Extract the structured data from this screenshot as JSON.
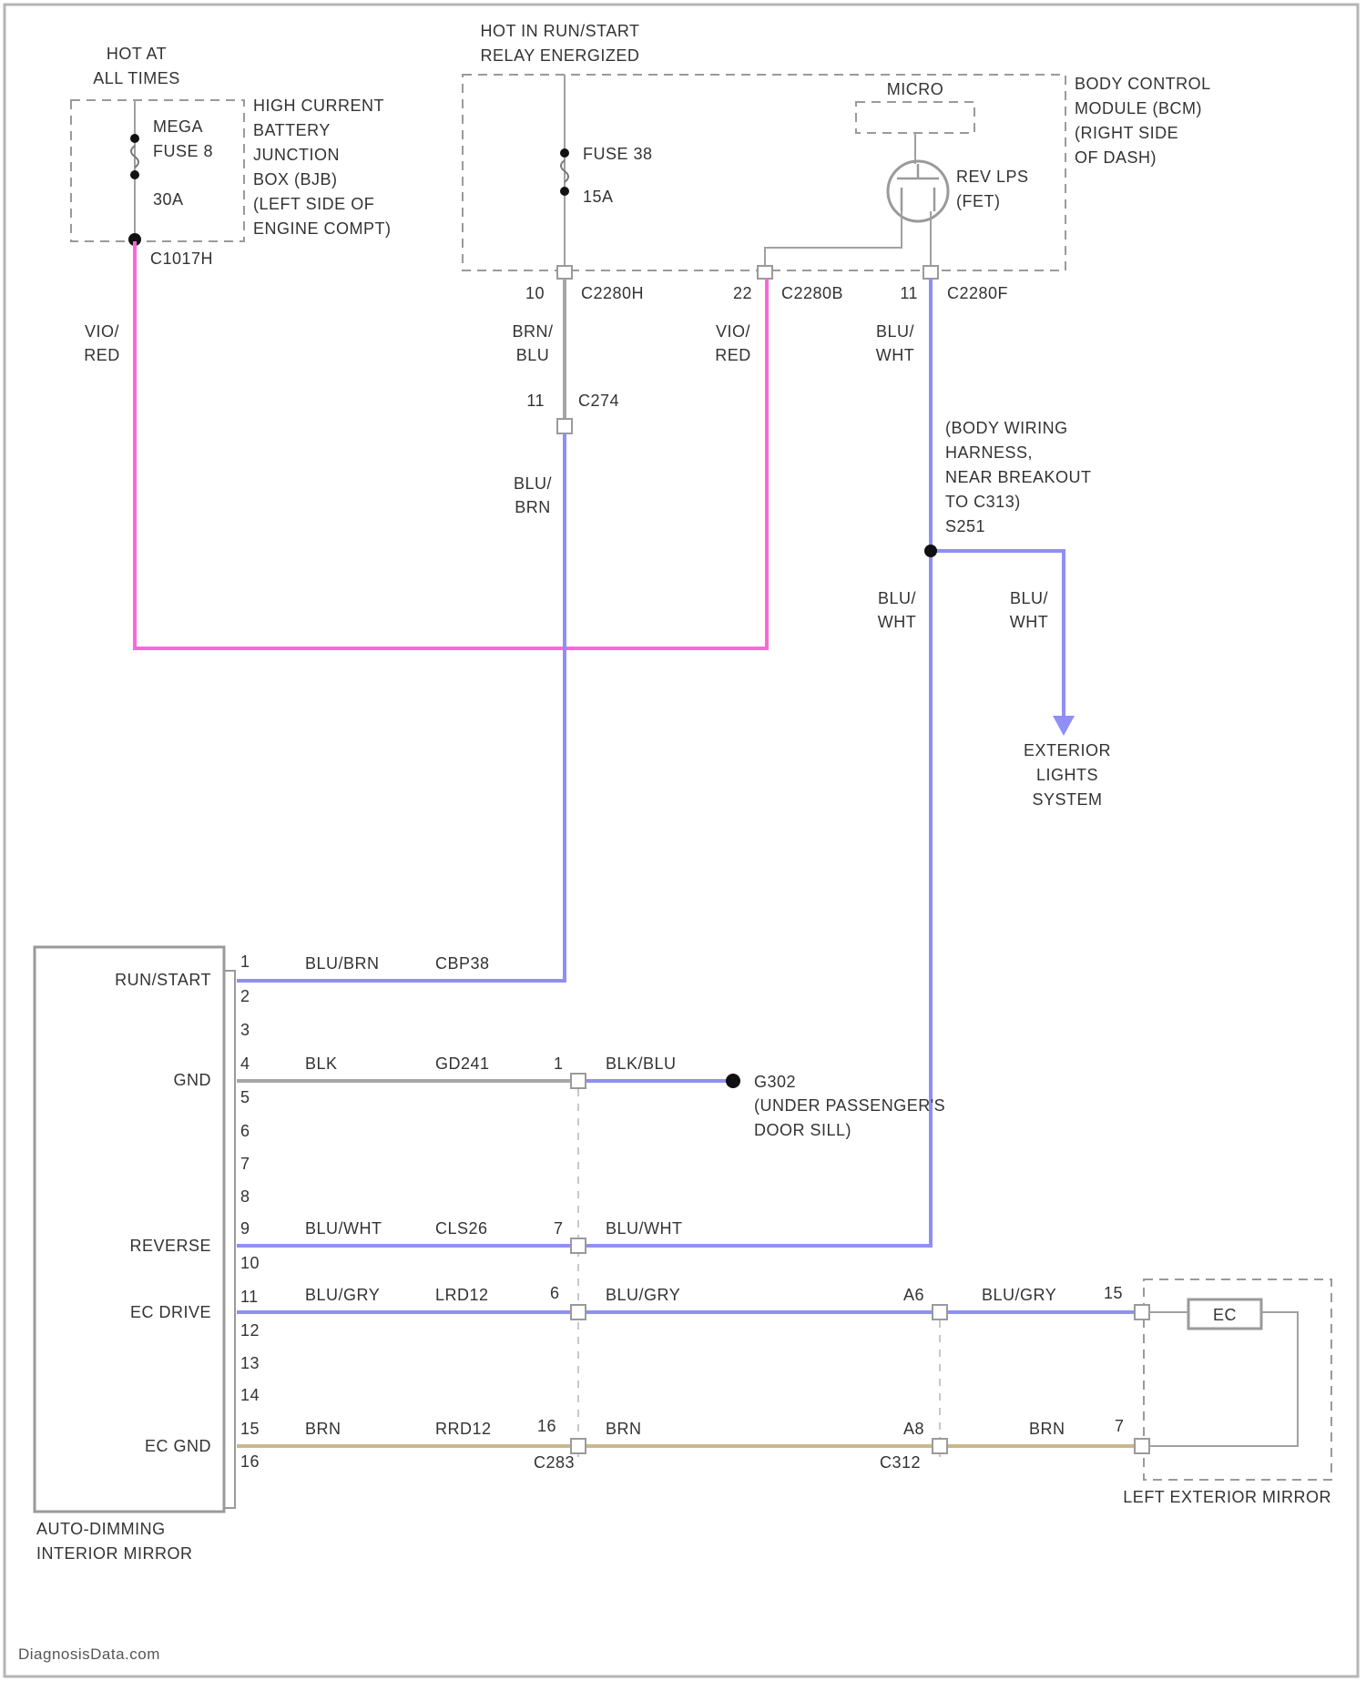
{
  "colors": {
    "vio_red": "#ff66d9",
    "blu_wire": "#8f8ff5",
    "gray_wire": "#a6a6a6",
    "brn_wire": "#c9b88d",
    "frame": "#b5b5b5"
  },
  "labels": {
    "hot_at_all_times": [
      "HOT AT",
      "ALL TIMES"
    ],
    "hot_in_run": [
      "HOT IN RUN/START",
      "RELAY ENERGIZED"
    ],
    "mega_fuse": [
      "MEGA",
      "FUSE 8",
      "30A"
    ],
    "bjb": [
      "HIGH CURRENT",
      "BATTERY",
      "JUNCTION",
      "BOX (BJB)",
      "(LEFT SIDE OF",
      "ENGINE COMPT)"
    ],
    "c1017h": "C1017H",
    "fuse38": [
      "FUSE 38",
      "15A"
    ],
    "micro": "MICRO",
    "rev_lps": [
      "REV LPS",
      "(FET)"
    ],
    "bcm": [
      "BODY CONTROL",
      "MODULE (BCM)",
      "(RIGHT SIDE",
      "OF DASH)"
    ],
    "c2280h": {
      "pin": "10",
      "name": "C2280H"
    },
    "c2280b": {
      "pin": "22",
      "name": "C2280B"
    },
    "c2280f": {
      "pin": "11",
      "name": "C2280F"
    },
    "vio_red_left": [
      "VIO/",
      "RED"
    ],
    "brn_blu": [
      "BRN/",
      "BLU"
    ],
    "vio_red_mid": [
      "VIO/",
      "RED"
    ],
    "blu_wht_top": [
      "BLU/",
      "WHT"
    ],
    "c274": {
      "pin": "11",
      "name": "C274"
    },
    "blu_brn": [
      "BLU/",
      "BRN"
    ],
    "body_harness": [
      "(BODY WIRING",
      "HARNESS,",
      "NEAR BREAKOUT",
      "TO C313)",
      "S251"
    ],
    "blu_wht_mid": [
      "BLU/",
      "WHT"
    ],
    "blu_wht_branch": [
      "BLU/",
      "WHT"
    ],
    "exterior_lights": [
      "EXTERIOR",
      "LIGHTS",
      "SYSTEM"
    ],
    "aim_label": [
      "AUTO-DIMMING",
      "INTERIOR MIRROR"
    ],
    "pin_names": {
      "runstart": "RUN/START",
      "gnd": "GND",
      "reverse": "REVERSE",
      "ec_drive": "EC DRIVE",
      "ec_gnd": "EC GND"
    },
    "pins": [
      "1",
      "2",
      "3",
      "4",
      "5",
      "6",
      "7",
      "8",
      "9",
      "10",
      "11",
      "12",
      "13",
      "14",
      "15",
      "16"
    ],
    "row_runstart": {
      "color": "BLU/BRN",
      "circuit": "CBP38"
    },
    "row_gnd": {
      "color": "BLK",
      "circuit": "GD241",
      "pin": "1",
      "color2": "BLK/BLU",
      "ground": [
        "G302",
        "(UNDER PASSENGER'S",
        "DOOR SILL)"
      ]
    },
    "row_reverse": {
      "color": "BLU/WHT",
      "circuit": "CLS26",
      "pin": "7",
      "color2": "BLU/WHT"
    },
    "row_ec_drive": {
      "color": "BLU/GRY",
      "circuit": "LRD12",
      "pin": "6",
      "color2": "BLU/GRY",
      "pin_a": "A6",
      "color3": "BLU/GRY",
      "pin_b": "15"
    },
    "row_ec_gnd": {
      "color": "BRN",
      "circuit": "RRD12",
      "pin": "16",
      "color2": "BRN",
      "pin_a": "A8",
      "color3": "BRN",
      "pin_b": "7"
    },
    "c283": "C283",
    "c312": "C312",
    "ec": "EC",
    "left_mirror": "LEFT EXTERIOR MIRROR",
    "watermark": "DiagnosisData.com"
  }
}
